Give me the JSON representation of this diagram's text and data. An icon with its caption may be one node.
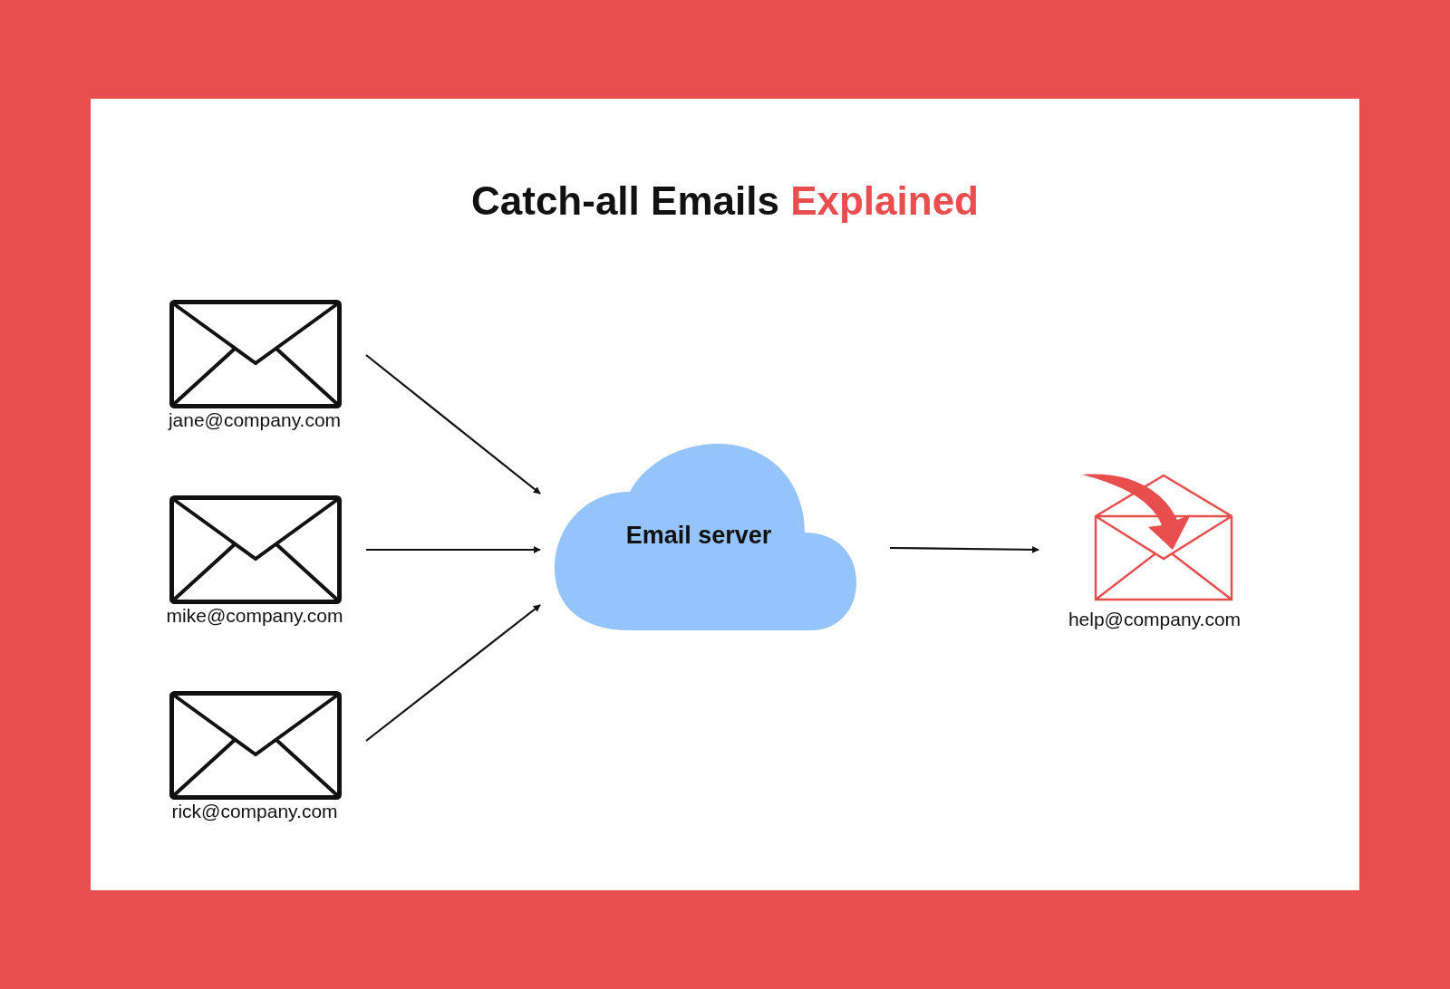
{
  "diagram": {
    "title": "Catch-all Emails Explained",
    "nodes": [
      {
        "text": [
          "jane@company.com"
        ]
      },
      {
        "text": [
          "mike@company.com"
        ]
      },
      {
        "text": [
          "rick@company.com"
        ]
      },
      {
        "text": [
          "Email server"
        ]
      },
      {
        "text": [
          "help@company.com"
        ]
      }
    ],
    "edges": [
      {
        "from": 0,
        "to": 3,
        "arrow": "to"
      },
      {
        "from": 1,
        "to": 3,
        "arrow": "to"
      },
      {
        "from": 2,
        "to": 3,
        "arrow": "to"
      },
      {
        "from": 3,
        "to": 4,
        "arrow": "to"
      }
    ]
  }
}
